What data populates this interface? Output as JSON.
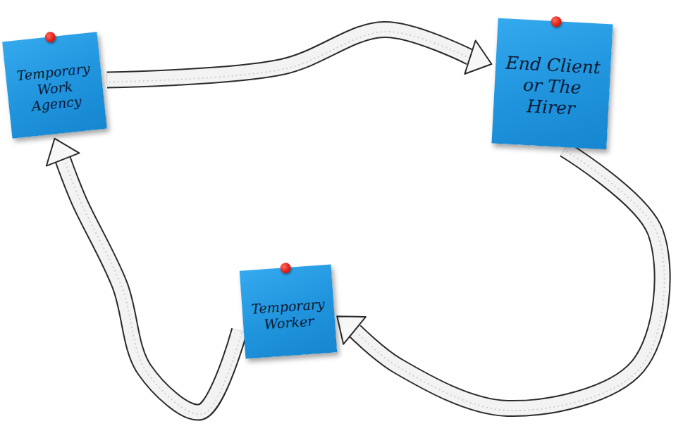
{
  "diagram": {
    "nodes": [
      {
        "text": [
          "Temporary Work Agency"
        ]
      },
      {
        "text": [
          "End Client or The Hirer"
        ]
      },
      {
        "text": [
          "Temporary Worker"
        ]
      }
    ],
    "edges": [
      {
        "from": 0,
        "to": 1,
        "arrow": "to"
      },
      {
        "from": 1,
        "to": 2,
        "arrow": "to"
      },
      {
        "from": 2,
        "to": 0,
        "arrow": "to"
      }
    ]
  }
}
